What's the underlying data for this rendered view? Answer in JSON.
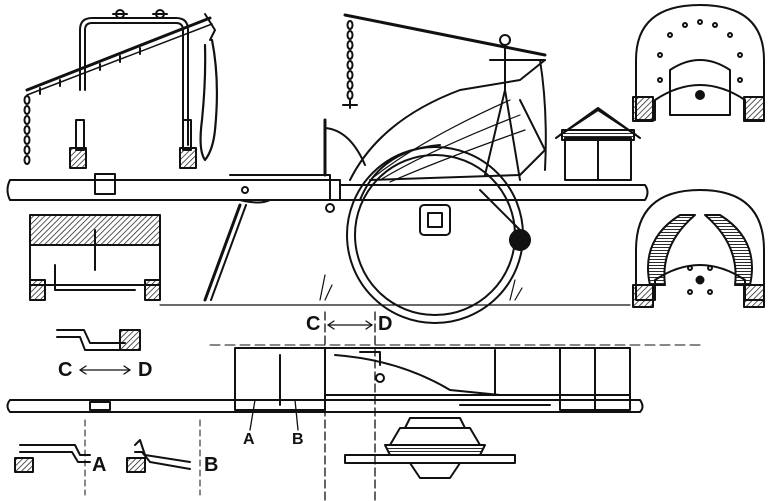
{
  "labels": {
    "c_top": "C",
    "d_top": "D",
    "c_left": "C",
    "d_left": "D",
    "a_bottom_left": "A",
    "b_bottom_left": "B",
    "a_bottom_mid": "A",
    "b_bottom_mid": "B"
  },
  "colors": {
    "ink": "#111111",
    "grass": "#333333",
    "paper": "#ffffff"
  }
}
